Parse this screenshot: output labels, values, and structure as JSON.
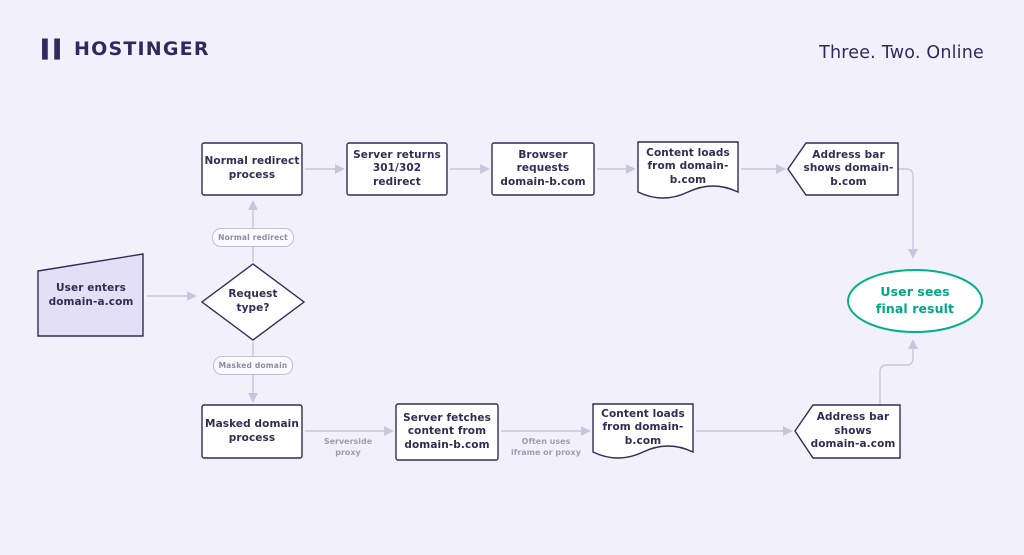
{
  "header": {
    "brand": "HOSTINGER",
    "tagline": "Three. Two. Online"
  },
  "flow": {
    "start": {
      "label": "User enters domain-a.com"
    },
    "decision": {
      "label": "Request type?"
    },
    "branches": {
      "top": "Normal redirect",
      "bottom": "Masked domain"
    },
    "top_row": [
      {
        "label": "Normal redirect process"
      },
      {
        "label": "Server returns 301/302 redirect"
      },
      {
        "label": "Browser requests domain-b.com"
      },
      {
        "label": "Content loads from domain-b.com"
      },
      {
        "label": "Address bar shows domain-b.com"
      }
    ],
    "bottom_row": [
      {
        "label": "Masked domain process"
      },
      {
        "label": "Server fetches content from domain-b.com"
      },
      {
        "label": "Content loads from domain-b.com"
      },
      {
        "label": "Address bar shows domain-a.com"
      }
    ],
    "edge_labels": {
      "serverside": "Serverside proxy",
      "iframe": "Often uses iframe or proxy"
    },
    "result": {
      "label": "User sees final result"
    }
  },
  "colors": {
    "background": "#f2f0fb",
    "ink": "#2f2d55",
    "brand_navy": "#2f2a5e",
    "arrow": "#c8c5de",
    "start_fill": "#e3e0f6",
    "accent_green": "#00b18a",
    "muted_label": "#a09db2"
  }
}
